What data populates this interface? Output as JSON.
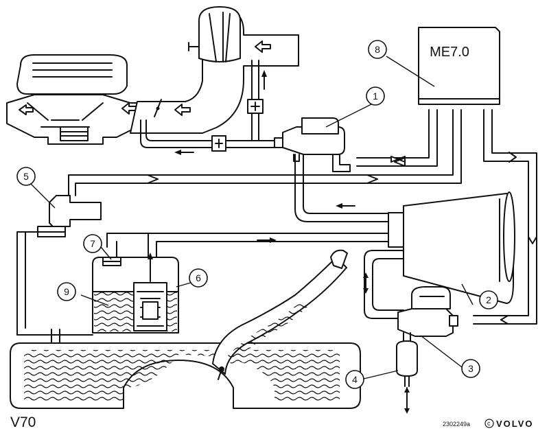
{
  "ecu_label": "ME7.0",
  "model_label": "V70",
  "reference_code": "2302249a",
  "brand": "VOLVO",
  "callouts": [
    "1",
    "2",
    "3",
    "4",
    "5",
    "6",
    "7",
    "8",
    "9"
  ],
  "inner_labels": [
    "9"
  ]
}
